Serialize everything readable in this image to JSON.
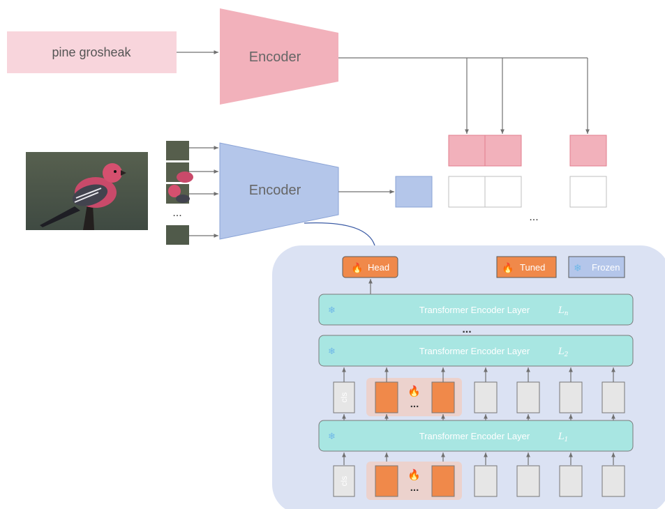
{
  "text_input": {
    "label": "pine grosheak"
  },
  "text_encoder": {
    "label": "Encoder"
  },
  "image_encoder": {
    "label": "Encoder"
  },
  "patches_ellipsis": "...",
  "tokens_ellipsis": "...",
  "panel": {
    "head_label": "Head",
    "legend_tuned": "Tuned",
    "legend_frozen": "Frozen",
    "layer_ellipsis": "...",
    "layers": [
      {
        "label": "Transformer Encoder Layer",
        "index_sym": "L",
        "index_sub": "n"
      },
      {
        "label": "Transformer Encoder Layer",
        "index_sym": "L",
        "index_sub": "2"
      },
      {
        "label": "Transformer Encoder Layer",
        "index_sym": "L",
        "index_sub": "1"
      }
    ],
    "cls_label": "cls",
    "prompt_ellipsis": "..."
  },
  "colors": {
    "text_pink": "#f8d5dc",
    "encoder_pink": "#f2b1bb",
    "encoder_blue": "#b4c6ea",
    "panel_bg": "#dbe2f3",
    "layer_teal": "#a8e6e2",
    "tuned_orange": "#f0894a",
    "token_gray": "#e6e6e6"
  }
}
